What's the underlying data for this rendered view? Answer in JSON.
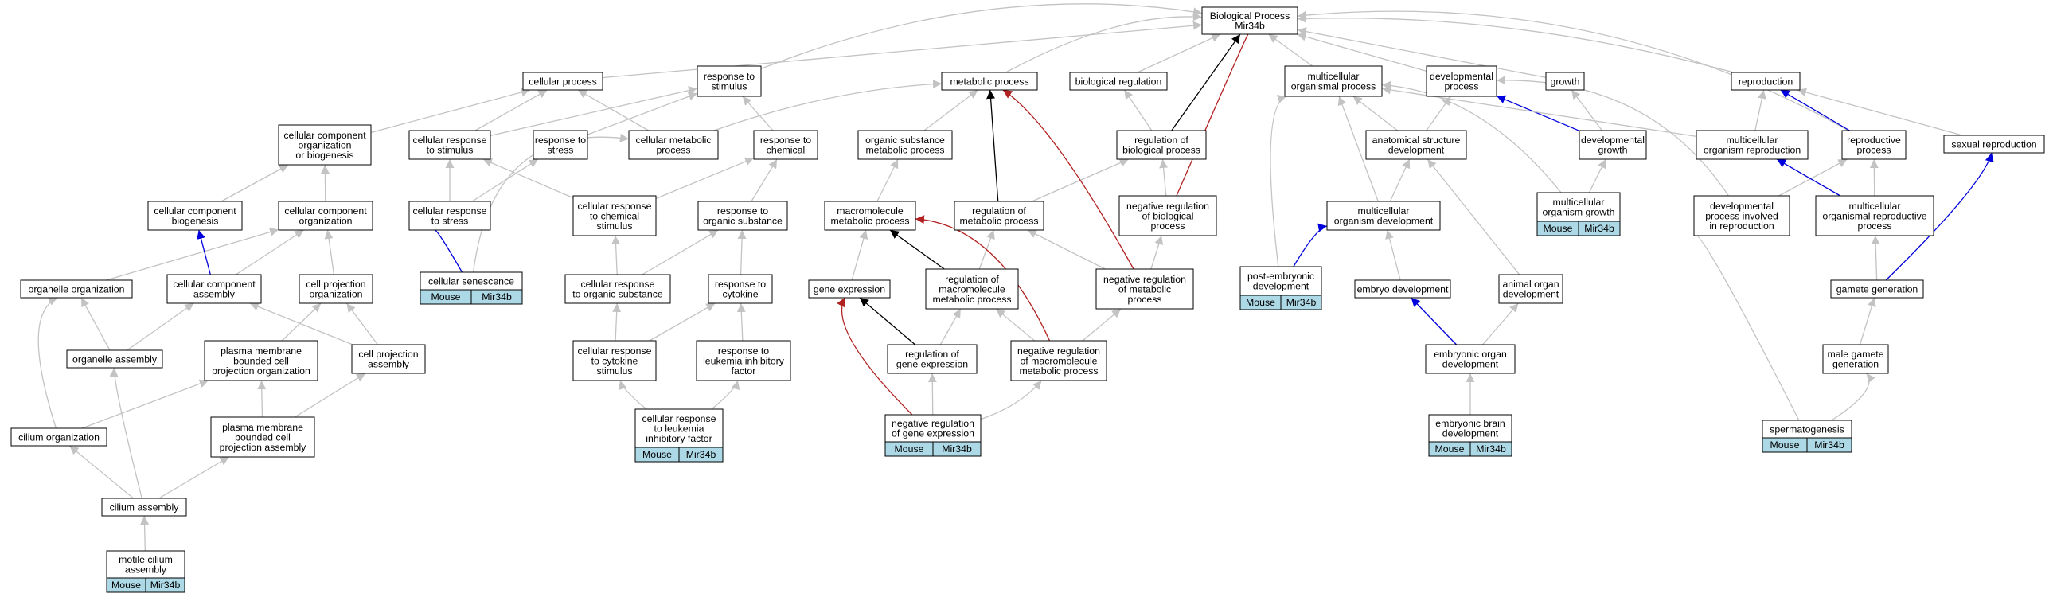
{
  "colors": {
    "isa": "#c3c3c3",
    "regulates": "#000000",
    "negatively_regulates": "#b22222",
    "positively_regulates": "#0000dd",
    "annotation_fill": "#add8e6"
  },
  "nodes": {
    "bp": {
      "lines": [
        "Biological Process",
        "Mir34b"
      ]
    },
    "cellular_process": {
      "lines": [
        "cellular process"
      ]
    },
    "response_to_stimulus": {
      "lines": [
        "response to",
        "stimulus"
      ]
    },
    "metabolic_process": {
      "lines": [
        "metabolic process"
      ]
    },
    "biological_regulation": {
      "lines": [
        "biological regulation"
      ]
    },
    "multicellular_organismal_process": {
      "lines": [
        "multicellular",
        "organismal process"
      ]
    },
    "developmental_process": {
      "lines": [
        "developmental",
        "process"
      ]
    },
    "growth": {
      "lines": [
        "growth"
      ]
    },
    "reproduction": {
      "lines": [
        "reproduction"
      ]
    },
    "ccob": {
      "lines": [
        "cellular component",
        "organization",
        "or biogenesis"
      ]
    },
    "cellular_response_to_stimulus": {
      "lines": [
        "cellular response",
        "to stimulus"
      ]
    },
    "response_to_stress": {
      "lines": [
        "response to",
        "stress"
      ]
    },
    "cellular_metabolic_process": {
      "lines": [
        "cellular metabolic",
        "process"
      ]
    },
    "response_to_chemical": {
      "lines": [
        "response to",
        "chemical"
      ]
    },
    "organic_substance_metabolic_process": {
      "lines": [
        "organic substance",
        "metabolic process"
      ]
    },
    "regulation_of_biological_process": {
      "lines": [
        "regulation of",
        "biological process"
      ]
    },
    "anatomical_structure_development": {
      "lines": [
        "anatomical structure",
        "development"
      ]
    },
    "developmental_growth": {
      "lines": [
        "developmental",
        "growth"
      ]
    },
    "multicellular_organism_reproduction": {
      "lines": [
        "multicellular",
        "organism reproduction"
      ]
    },
    "reproductive_process": {
      "lines": [
        "reproductive",
        "process"
      ]
    },
    "sexual_reproduction": {
      "lines": [
        "sexual reproduction"
      ]
    },
    "cellular_component_biogenesis": {
      "lines": [
        "cellular component",
        "biogenesis"
      ]
    },
    "cellular_component_organization": {
      "lines": [
        "cellular component",
        "organization"
      ]
    },
    "cellular_response_to_stress": {
      "lines": [
        "cellular response",
        "to stress"
      ]
    },
    "cellular_response_to_chemical_stimulus": {
      "lines": [
        "cellular response",
        "to chemical",
        "stimulus"
      ]
    },
    "response_to_organic_substance": {
      "lines": [
        "response to",
        "organic substance"
      ]
    },
    "macromolecule_metabolic_process": {
      "lines": [
        "macromolecule",
        "metabolic process"
      ]
    },
    "regulation_of_metabolic_process": {
      "lines": [
        "regulation of",
        "metabolic process"
      ]
    },
    "negative_regulation_of_biological_process": {
      "lines": [
        "negative regulation",
        "of biological",
        "process"
      ]
    },
    "multicellular_organism_development": {
      "lines": [
        "multicellular",
        "organism development"
      ]
    },
    "multicellular_organism_growth": {
      "lines": [
        "multicellular",
        "organism growth"
      ],
      "annot": [
        "Mouse",
        "Mir34b"
      ]
    },
    "developmental_process_involved_in_reproduction": {
      "lines": [
        "developmental",
        "process involved",
        "in reproduction"
      ]
    },
    "multicellular_organismal_reproductive_process": {
      "lines": [
        "multicellular",
        "organismal reproductive",
        "process"
      ]
    },
    "organelle_organization": {
      "lines": [
        "organelle organization"
      ]
    },
    "cellular_component_assembly": {
      "lines": [
        "cellular component",
        "assembly"
      ]
    },
    "cell_projection_organization": {
      "lines": [
        "cell projection",
        "organization"
      ]
    },
    "cellular_senescence": {
      "lines": [
        "cellular senescence"
      ],
      "annot": [
        "Mouse",
        "Mir34b"
      ]
    },
    "cellular_response_to_organic_substance": {
      "lines": [
        "cellular response",
        "to organic substance"
      ]
    },
    "response_to_cytokine": {
      "lines": [
        "response to",
        "cytokine"
      ]
    },
    "gene_expression": {
      "lines": [
        "gene expression"
      ]
    },
    "regulation_of_macromolecule_metabolic_process": {
      "lines": [
        "regulation of",
        "macromolecule",
        "metabolic process"
      ]
    },
    "negative_regulation_of_metabolic_process": {
      "lines": [
        "negative regulation",
        "of metabolic",
        "process"
      ]
    },
    "post_embryonic_development": {
      "lines": [
        "post-embryonic",
        "development"
      ],
      "annot": [
        "Mouse",
        "Mir34b"
      ]
    },
    "embryo_development": {
      "lines": [
        "embryo development"
      ]
    },
    "animal_organ_development": {
      "lines": [
        "animal organ",
        "development"
      ]
    },
    "gamete_generation": {
      "lines": [
        "gamete generation"
      ]
    },
    "organelle_assembly": {
      "lines": [
        "organelle assembly"
      ]
    },
    "pmbcpo": {
      "lines": [
        "plasma membrane",
        "bounded cell",
        "projection organization"
      ]
    },
    "cell_projection_assembly": {
      "lines": [
        "cell projection",
        "assembly"
      ]
    },
    "cellular_response_to_cytokine_stimulus": {
      "lines": [
        "cellular response",
        "to cytokine",
        "stimulus"
      ]
    },
    "response_to_lif": {
      "lines": [
        "response to",
        "leukemia inhibitory",
        "factor"
      ]
    },
    "regulation_of_gene_expression": {
      "lines": [
        "regulation of",
        "gene expression"
      ]
    },
    "negative_regulation_of_macromolecule_metabolic_process": {
      "lines": [
        "negative regulation",
        "of macromolecule",
        "metabolic process"
      ]
    },
    "embryonic_organ_development": {
      "lines": [
        "embryonic organ",
        "development"
      ]
    },
    "male_gamete_generation": {
      "lines": [
        "male gamete",
        "generation"
      ]
    },
    "cilium_organization": {
      "lines": [
        "cilium organization"
      ]
    },
    "pmbcpa": {
      "lines": [
        "plasma membrane",
        "bounded cell",
        "projection assembly"
      ]
    },
    "cellular_response_to_lif": {
      "lines": [
        "cellular response",
        "to leukemia",
        "inhibitory factor"
      ],
      "annot": [
        "Mouse",
        "Mir34b"
      ]
    },
    "negative_regulation_of_gene_expression": {
      "lines": [
        "negative regulation",
        "of gene expression"
      ],
      "annot": [
        "Mouse",
        "Mir34b"
      ]
    },
    "embryonic_brain_development": {
      "lines": [
        "embryonic brain",
        "development"
      ],
      "annot": [
        "Mouse",
        "Mir34b"
      ]
    },
    "spermatogenesis": {
      "lines": [
        "spermatogenesis"
      ],
      "annot": [
        "Mouse",
        "Mir34b"
      ]
    },
    "cilium_assembly": {
      "lines": [
        "cilium assembly"
      ]
    },
    "motile_cilium_assembly": {
      "lines": [
        "motile cilium",
        "assembly"
      ],
      "annot": [
        "Mouse",
        "Mir34b"
      ]
    }
  },
  "edges": [
    {
      "from": "cellular_process",
      "to": "bp",
      "type": "isa"
    },
    {
      "from": "response_to_stimulus",
      "to": "bp",
      "type": "isa"
    },
    {
      "from": "metabolic_process",
      "to": "bp",
      "type": "isa"
    },
    {
      "from": "biological_regulation",
      "to": "bp",
      "type": "isa"
    },
    {
      "from": "multicellular_organismal_process",
      "to": "bp",
      "type": "isa"
    },
    {
      "from": "developmental_process",
      "to": "bp",
      "type": "isa"
    },
    {
      "from": "growth",
      "to": "bp",
      "type": "isa"
    },
    {
      "from": "reproduction",
      "to": "bp",
      "type": "isa"
    },
    {
      "from": "reproductive_process",
      "to": "bp",
      "type": "isa"
    },
    {
      "from": "regulation_of_biological_process",
      "to": "bp",
      "type": "regulates"
    },
    {
      "from": "negative_regulation_of_biological_process",
      "to": "bp",
      "type": "negatively_regulates"
    },
    {
      "from": "ccob",
      "to": "cellular_process",
      "type": "isa"
    },
    {
      "from": "cellular_response_to_stimulus",
      "to": "cellular_process",
      "type": "isa"
    },
    {
      "from": "cellular_response_to_stimulus",
      "to": "response_to_stimulus",
      "type": "isa"
    },
    {
      "from": "response_to_stress",
      "to": "response_to_stimulus",
      "type": "isa"
    },
    {
      "from": "cellular_metabolic_process",
      "to": "cellular_process",
      "type": "isa"
    },
    {
      "from": "cellular_metabolic_process",
      "to": "metabolic_process",
      "type": "isa"
    },
    {
      "from": "response_to_chemical",
      "to": "response_to_stimulus",
      "type": "isa"
    },
    {
      "from": "organic_substance_metabolic_process",
      "to": "metabolic_process",
      "type": "isa"
    },
    {
      "from": "regulation_of_biological_process",
      "to": "biological_regulation",
      "type": "isa"
    },
    {
      "from": "anatomical_structure_development",
      "to": "multicellular_organismal_process",
      "type": "isa"
    },
    {
      "from": "anatomical_structure_development",
      "to": "developmental_process",
      "type": "isa"
    },
    {
      "from": "developmental_growth",
      "to": "developmental_process",
      "type": "positively_regulates"
    },
    {
      "from": "developmental_growth",
      "to": "growth",
      "type": "isa"
    },
    {
      "from": "multicellular_organism_reproduction",
      "to": "multicellular_organismal_process",
      "type": "isa"
    },
    {
      "from": "multicellular_organism_reproduction",
      "to": "reproduction",
      "type": "isa"
    },
    {
      "from": "reproductive_process",
      "to": "reproduction",
      "type": "positively_regulates"
    },
    {
      "from": "sexual_reproduction",
      "to": "reproduction",
      "type": "isa"
    },
    {
      "from": "cellular_component_biogenesis",
      "to": "ccob",
      "type": "isa"
    },
    {
      "from": "cellular_component_organization",
      "to": "ccob",
      "type": "isa"
    },
    {
      "from": "cellular_response_to_stress",
      "to": "cellular_response_to_stimulus",
      "type": "isa"
    },
    {
      "from": "cellular_response_to_stress",
      "to": "response_to_stress",
      "type": "isa"
    },
    {
      "from": "cellular_response_to_chemical_stimulus",
      "to": "cellular_response_to_stimulus",
      "type": "isa"
    },
    {
      "from": "cellular_response_to_chemical_stimulus",
      "to": "response_to_chemical",
      "type": "isa"
    },
    {
      "from": "response_to_organic_substance",
      "to": "response_to_chemical",
      "type": "isa"
    },
    {
      "from": "macromolecule_metabolic_process",
      "to": "organic_substance_metabolic_process",
      "type": "isa"
    },
    {
      "from": "regulation_of_metabolic_process",
      "to": "metabolic_process",
      "type": "regulates"
    },
    {
      "from": "regulation_of_metabolic_process",
      "to": "regulation_of_biological_process",
      "type": "isa"
    },
    {
      "from": "negative_regulation_of_biological_process",
      "to": "regulation_of_biological_process",
      "type": "isa"
    },
    {
      "from": "multicellular_organism_development",
      "to": "multicellular_organismal_process",
      "type": "isa"
    },
    {
      "from": "multicellular_organism_development",
      "to": "anatomical_structure_development",
      "type": "isa"
    },
    {
      "from": "multicellular_organism_growth",
      "to": "multicellular_organismal_process",
      "type": "isa"
    },
    {
      "from": "multicellular_organism_growth",
      "to": "developmental_growth",
      "type": "isa"
    },
    {
      "from": "developmental_process_involved_in_reproduction",
      "to": "developmental_process",
      "type": "isa"
    },
    {
      "from": "developmental_process_involved_in_reproduction",
      "to": "reproductive_process",
      "type": "isa"
    },
    {
      "from": "multicellular_organismal_reproductive_process",
      "to": "multicellular_organism_reproduction",
      "type": "positively_regulates"
    },
    {
      "from": "multicellular_organismal_reproductive_process",
      "to": "reproductive_process",
      "type": "isa"
    },
    {
      "from": "organelle_organization",
      "to": "cellular_component_organization",
      "type": "isa"
    },
    {
      "from": "cellular_component_assembly",
      "to": "cellular_component_biogenesis",
      "type": "positively_regulates"
    },
    {
      "from": "cellular_component_assembly",
      "to": "cellular_component_organization",
      "type": "isa"
    },
    {
      "from": "cell_projection_organization",
      "to": "cellular_component_organization",
      "type": "isa"
    },
    {
      "from": "cellular_senescence",
      "to": "cellular_response_to_stress",
      "type": "positively_regulates"
    },
    {
      "from": "cellular_senescence",
      "to": "cellular_metabolic_process",
      "type": "isa"
    },
    {
      "from": "cellular_response_to_organic_substance",
      "to": "cellular_response_to_chemical_stimulus",
      "type": "isa"
    },
    {
      "from": "cellular_response_to_organic_substance",
      "to": "response_to_organic_substance",
      "type": "isa"
    },
    {
      "from": "response_to_cytokine",
      "to": "response_to_organic_substance",
      "type": "isa"
    },
    {
      "from": "gene_expression",
      "to": "macromolecule_metabolic_process",
      "type": "isa"
    },
    {
      "from": "regulation_of_macromolecule_metabolic_process",
      "to": "macromolecule_metabolic_process",
      "type": "regulates"
    },
    {
      "from": "regulation_of_macromolecule_metabolic_process",
      "to": "regulation_of_metabolic_process",
      "type": "isa"
    },
    {
      "from": "negative_regulation_of_metabolic_process",
      "to": "metabolic_process",
      "type": "negatively_regulates"
    },
    {
      "from": "negative_regulation_of_metabolic_process",
      "to": "regulation_of_metabolic_process",
      "type": "isa"
    },
    {
      "from": "negative_regulation_of_metabolic_process",
      "to": "negative_regulation_of_biological_process",
      "type": "isa"
    },
    {
      "from": "post_embryonic_development",
      "to": "multicellular_organismal_process",
      "type": "isa"
    },
    {
      "from": "post_embryonic_development",
      "to": "multicellular_organism_development",
      "type": "positively_regulates"
    },
    {
      "from": "embryo_development",
      "to": "multicellular_organism_development",
      "type": "isa"
    },
    {
      "from": "animal_organ_development",
      "to": "anatomical_structure_development",
      "type": "isa"
    },
    {
      "from": "gamete_generation",
      "to": "multicellular_organismal_reproductive_process",
      "type": "isa"
    },
    {
      "from": "gamete_generation",
      "to": "sexual_reproduction",
      "type": "positively_regulates"
    },
    {
      "from": "organelle_assembly",
      "to": "organelle_organization",
      "type": "isa"
    },
    {
      "from": "organelle_assembly",
      "to": "cellular_component_assembly",
      "type": "isa"
    },
    {
      "from": "pmbcpo",
      "to": "cell_projection_organization",
      "type": "isa"
    },
    {
      "from": "cell_projection_assembly",
      "to": "cellular_component_assembly",
      "type": "isa"
    },
    {
      "from": "cell_projection_assembly",
      "to": "cell_projection_organization",
      "type": "isa"
    },
    {
      "from": "cellular_response_to_cytokine_stimulus",
      "to": "cellular_response_to_organic_substance",
      "type": "isa"
    },
    {
      "from": "cellular_response_to_cytokine_stimulus",
      "to": "response_to_cytokine",
      "type": "isa"
    },
    {
      "from": "response_to_lif",
      "to": "response_to_cytokine",
      "type": "isa"
    },
    {
      "from": "regulation_of_gene_expression",
      "to": "gene_expression",
      "type": "regulates"
    },
    {
      "from": "regulation_of_gene_expression",
      "to": "regulation_of_macromolecule_metabolic_process",
      "type": "isa"
    },
    {
      "from": "negative_regulation_of_macromolecule_metabolic_process",
      "to": "macromolecule_metabolic_process",
      "type": "negatively_regulates"
    },
    {
      "from": "negative_regulation_of_macromolecule_metabolic_process",
      "to": "regulation_of_macromolecule_metabolic_process",
      "type": "isa"
    },
    {
      "from": "negative_regulation_of_macromolecule_metabolic_process",
      "to": "negative_regulation_of_metabolic_process",
      "type": "isa"
    },
    {
      "from": "embryonic_organ_development",
      "to": "embryo_development",
      "type": "positively_regulates"
    },
    {
      "from": "embryonic_organ_development",
      "to": "animal_organ_development",
      "type": "isa"
    },
    {
      "from": "male_gamete_generation",
      "to": "gamete_generation",
      "type": "isa"
    },
    {
      "from": "cilium_organization",
      "to": "organelle_organization",
      "type": "isa"
    },
    {
      "from": "cilium_organization",
      "to": "pmbcpo",
      "type": "isa"
    },
    {
      "from": "pmbcpa",
      "to": "pmbcpo",
      "type": "isa"
    },
    {
      "from": "pmbcpa",
      "to": "cell_projection_assembly",
      "type": "isa"
    },
    {
      "from": "cellular_response_to_lif",
      "to": "cellular_response_to_cytokine_stimulus",
      "type": "isa"
    },
    {
      "from": "cellular_response_to_lif",
      "to": "response_to_lif",
      "type": "isa"
    },
    {
      "from": "negative_regulation_of_gene_expression",
      "to": "gene_expression",
      "type": "negatively_regulates"
    },
    {
      "from": "negative_regulation_of_gene_expression",
      "to": "regulation_of_gene_expression",
      "type": "isa"
    },
    {
      "from": "negative_regulation_of_gene_expression",
      "to": "negative_regulation_of_macromolecule_metabolic_process",
      "type": "isa"
    },
    {
      "from": "embryonic_brain_development",
      "to": "embryonic_organ_development",
      "type": "isa"
    },
    {
      "from": "spermatogenesis",
      "to": "developmental_process_involved_in_reproduction",
      "type": "isa"
    },
    {
      "from": "spermatogenesis",
      "to": "male_gamete_generation",
      "type": "isa"
    },
    {
      "from": "cilium_assembly",
      "to": "organelle_assembly",
      "type": "isa"
    },
    {
      "from": "cilium_assembly",
      "to": "cilium_organization",
      "type": "isa"
    },
    {
      "from": "cilium_assembly",
      "to": "pmbcpa",
      "type": "isa"
    },
    {
      "from": "motile_cilium_assembly",
      "to": "cilium_assembly",
      "type": "isa"
    }
  ]
}
